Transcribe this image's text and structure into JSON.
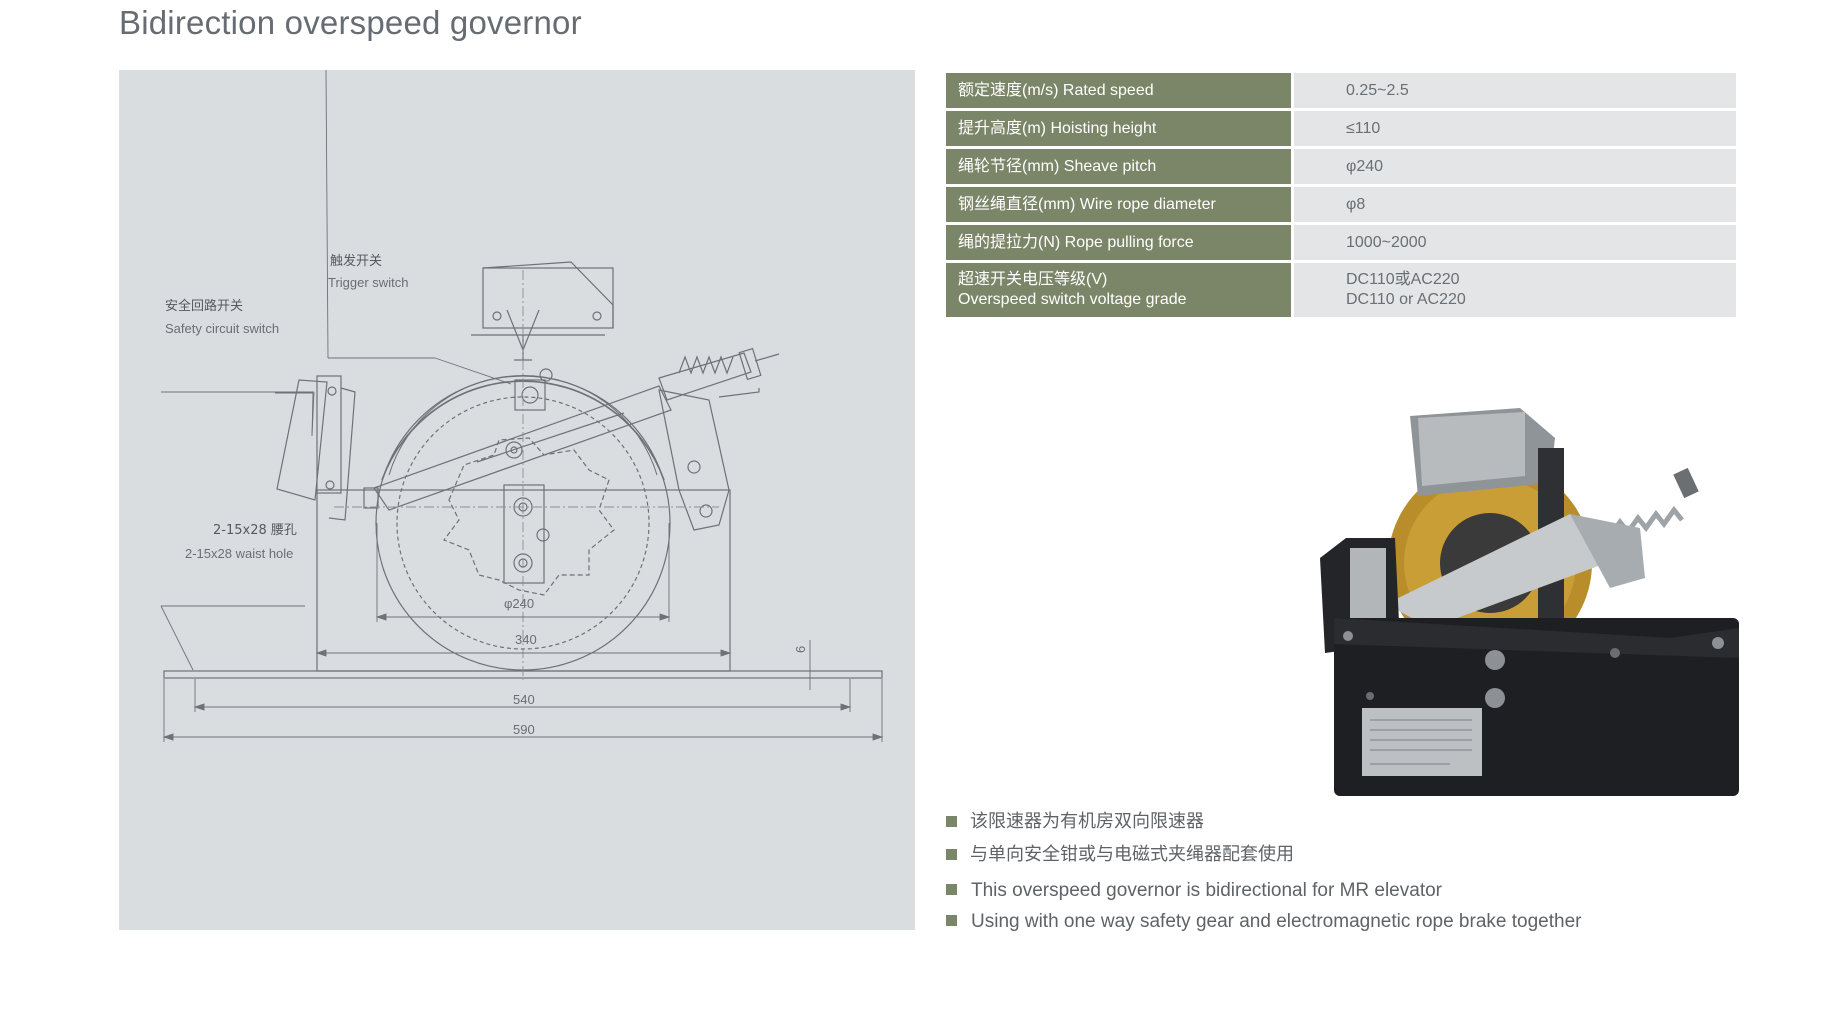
{
  "title": "Bidirection overspeed governor",
  "drawing": {
    "callouts": {
      "trigger_cn": "触发开关",
      "trigger_en": "Trigger switch",
      "safety_cn": "安全回路开关",
      "safety_en": "Safety circuit switch",
      "hole_cn": "2-15x28 腰孔",
      "hole_en": "2-15x28 waist hole"
    },
    "dimensions": {
      "sheave": "φ240",
      "base": "340",
      "inner": "540",
      "overall": "590",
      "height": "6"
    }
  },
  "specs": [
    {
      "label_cn": "额定速度(m/s)",
      "label_en": "Rated speed",
      "value": "0.25~2.5"
    },
    {
      "label_cn": "提升高度(m)",
      "label_en": "Hoisting height",
      "value": "≤110"
    },
    {
      "label_cn": "绳轮节径(mm)",
      "label_en": "Sheave pitch",
      "value": "φ240"
    },
    {
      "label_cn": "钢丝绳直径(mm)",
      "label_en": "Wire rope diameter",
      "value": "φ8"
    },
    {
      "label_cn": "绳的提拉力(N)",
      "label_en": "Rope pulling force",
      "value": "1000~2000"
    },
    {
      "label_cn": "超速开关电压等级(V)",
      "label_en": "Overspeed switch voltage grade",
      "value_cn": "DC110或AC220",
      "value_en": "DC110 or AC220"
    }
  ],
  "notes_cn": [
    "该限速器为有机房双向限速器",
    "与单向安全钳或与电磁式夹绳器配套使用"
  ],
  "notes_en": [
    "This overspeed governor is bidirectional for MR elevator",
    "Using with one way safety gear and electromagnetic rope brake together"
  ],
  "colors": {
    "accent": "#7b8567",
    "panel": "#dadde0",
    "value_cell": "#e3e5e7",
    "sheave": "#c49a2c"
  }
}
